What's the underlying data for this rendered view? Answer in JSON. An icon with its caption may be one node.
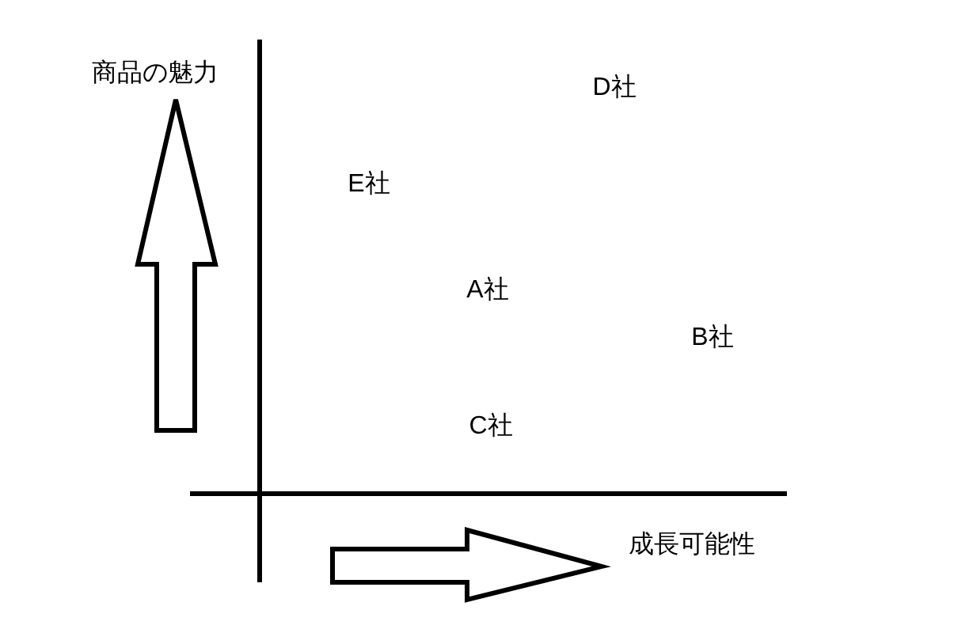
{
  "diagram": {
    "labels": [
      "商品の魅力",
      "D社",
      "E社",
      "A社",
      "B社",
      "C社",
      "成長可能性"
    ]
  }
}
